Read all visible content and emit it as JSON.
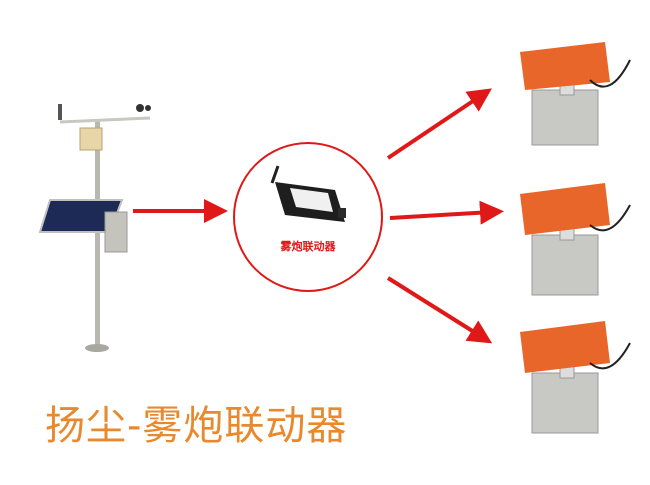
{
  "title": "扬尘-雾炮联动器",
  "controller": {
    "label": "雾炮联动器"
  },
  "colors": {
    "title": "#e8892e",
    "arrow": "#e01818",
    "cannon": "#e8662a"
  },
  "nodes": [
    {
      "id": "dust-monitor",
      "kind": "weather-station"
    },
    {
      "id": "controller",
      "kind": "linkage-controller"
    },
    {
      "id": "fog-cannon-1",
      "kind": "fog-cannon"
    },
    {
      "id": "fog-cannon-2",
      "kind": "fog-cannon"
    },
    {
      "id": "fog-cannon-3",
      "kind": "fog-cannon"
    }
  ]
}
